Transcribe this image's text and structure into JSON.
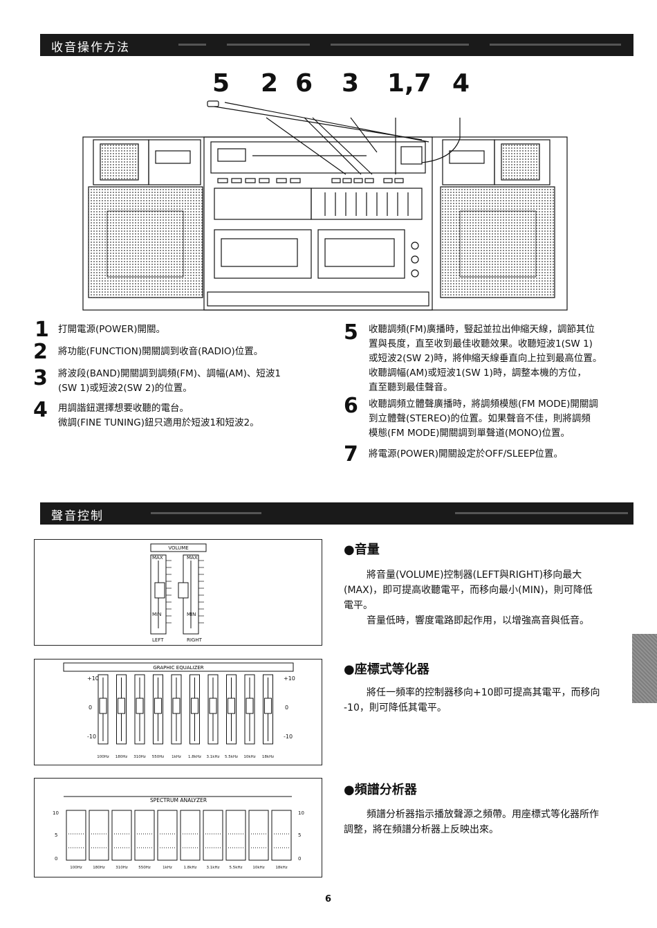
{
  "radio_section": {
    "title": "收音操作方法",
    "callout_numbers": [
      "5",
      "2",
      "6",
      "3",
      "1,7",
      "4"
    ]
  },
  "steps_left": [
    {
      "num": "1",
      "lines": [
        "打開電源(POWER)開關。"
      ]
    },
    {
      "num": "2",
      "lines": [
        "將功能(FUNCTION)開關調到收音(RADIO)位置。"
      ]
    },
    {
      "num": "3",
      "lines": [
        "將波段(BAND)開關調到調頻(FM)、調幅(AM)、短波1",
        "(SW 1)或短波2(SW 2)的位置。"
      ]
    },
    {
      "num": "4",
      "lines": [
        "用調諧鈕選擇想要收聽的電台。",
        "微調(FINE TUNING)鈕只適用於短波1和短波2。"
      ]
    }
  ],
  "steps_right": [
    {
      "num": "5",
      "lines": [
        "收聽調頻(FM)廣播時，豎起並拉出伸縮天線，調節其位",
        "置與長度，直至收到最佳收聽效果。收聽短波1(SW 1)",
        "或短波2(SW 2)時，將伸縮天線垂直向上拉到最高位置。",
        "收聽調幅(AM)或短波1(SW 1)時，調整本機的方位，",
        "直至聽到最佳聲音。"
      ]
    },
    {
      "num": "6",
      "lines": [
        "收聽調頻立體聲廣播時，將調頻模態(FM MODE)開關調",
        "到立體聲(STEREO)的位置。如果聲音不佳，則將調頻",
        "模態(FM MODE)開關調到單聲道(MONO)位置。"
      ]
    },
    {
      "num": "7",
      "lines": [
        "將電源(POWER)開關設定於OFF/SLEEP位置。"
      ]
    }
  ],
  "sound_section": {
    "title": "聲音控制"
  },
  "volume_fig": {
    "title": "VOLUME",
    "max_l": "MAX",
    "max_r": "MAX",
    "min_l": "MIN",
    "min_r": "MIN",
    "left": "LEFT",
    "right": "RIGHT"
  },
  "eq_fig": {
    "title": "GRAPHIC EQUALIZER",
    "plus": "+10",
    "zero": "0",
    "minus": "-10",
    "freqs": [
      "100Hz",
      "180Hz",
      "310Hz",
      "550Hz",
      "1kHz",
      "1.8kHz",
      "3.1kHz",
      "5.5kHz",
      "10kHz",
      "18kHz"
    ]
  },
  "sa_fig": {
    "title": "SPECTRUM ANALYZER",
    "levels": [
      "10",
      "5",
      "0"
    ],
    "freqs": [
      "100Hz",
      "180Hz",
      "310Hz",
      "550Hz",
      "1kHz",
      "1.8kHz",
      "3.1kHz",
      "5.5kHz",
      "10kHz",
      "18kHz"
    ]
  },
  "volume_text": {
    "heading": "●音量",
    "lines": [
      "將音量(VOLUME)控制器(LEFT與RIGHT)移向最大",
      "(MAX)，即可提高收聽電平，而移向最小(MIN)，則可降低",
      "電平。",
      "音量低時，響度電路即起作用，以增強高音與低音。"
    ]
  },
  "eq_text": {
    "heading": "●座標式等化器",
    "lines": [
      "將任一頻率的控制器移向+10即可提高其電平，而移向",
      "-10，則可降低其電平。"
    ]
  },
  "sa_text": {
    "heading": "●頻譜分析器",
    "lines": [
      "頻譜分析器指示播放聲源之頻帶。用座標式等化器所作",
      "調整，將在頻譜分析器上反映出來。"
    ]
  },
  "page_number": "6"
}
